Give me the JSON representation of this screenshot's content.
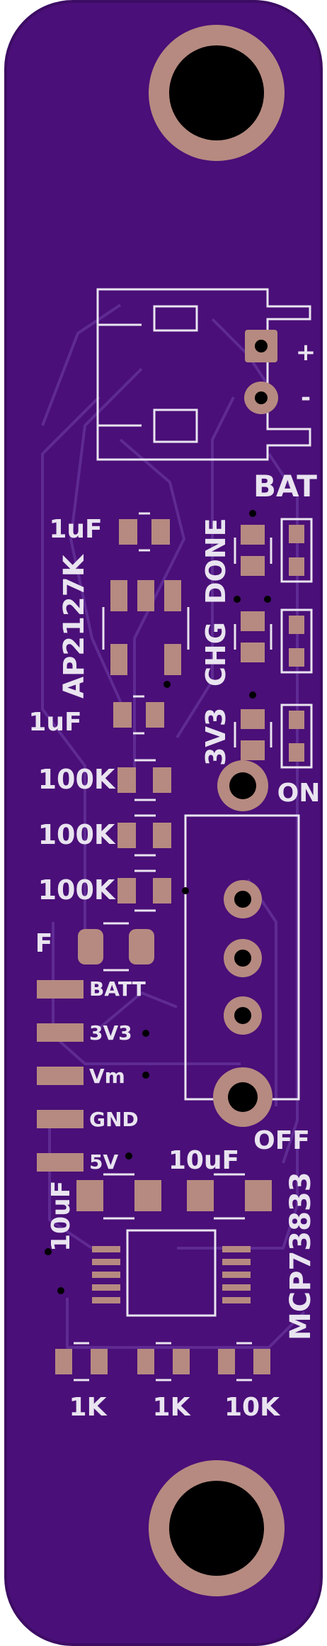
{
  "board": {
    "colors": {
      "substrate": "#4a0f78",
      "substrate_edge": "#3d0c64",
      "trace": "#5f2a93",
      "pad": "#b68a80",
      "hole": "#000000",
      "silkscreen": "#e9e4f0"
    },
    "labels": {
      "bat": "BAT",
      "bat_plus": "+",
      "bat_minus": "-",
      "cap_top": "1uF",
      "regulator": "AP2127K",
      "cap_bottom": "1uF",
      "res_1": "100K",
      "res_2": "100K",
      "res_3": "100K",
      "fuse": "F",
      "led_3v3": "3V3",
      "led_chg": "CHG",
      "led_done": "DONE",
      "switch_on": "ON",
      "switch_off": "OFF",
      "pin_batt": "BATT",
      "pin_3v3": "3V3",
      "pin_vm": "Vm",
      "pin_gnd": "GND",
      "pin_5v": "5V",
      "cap_10uf_left": "10uF",
      "cap_10uf_right": "10uF",
      "charger_ic": "MCP73833",
      "res_1k_a": "1K",
      "res_1k_b": "1K",
      "res_10k": "10K"
    }
  }
}
